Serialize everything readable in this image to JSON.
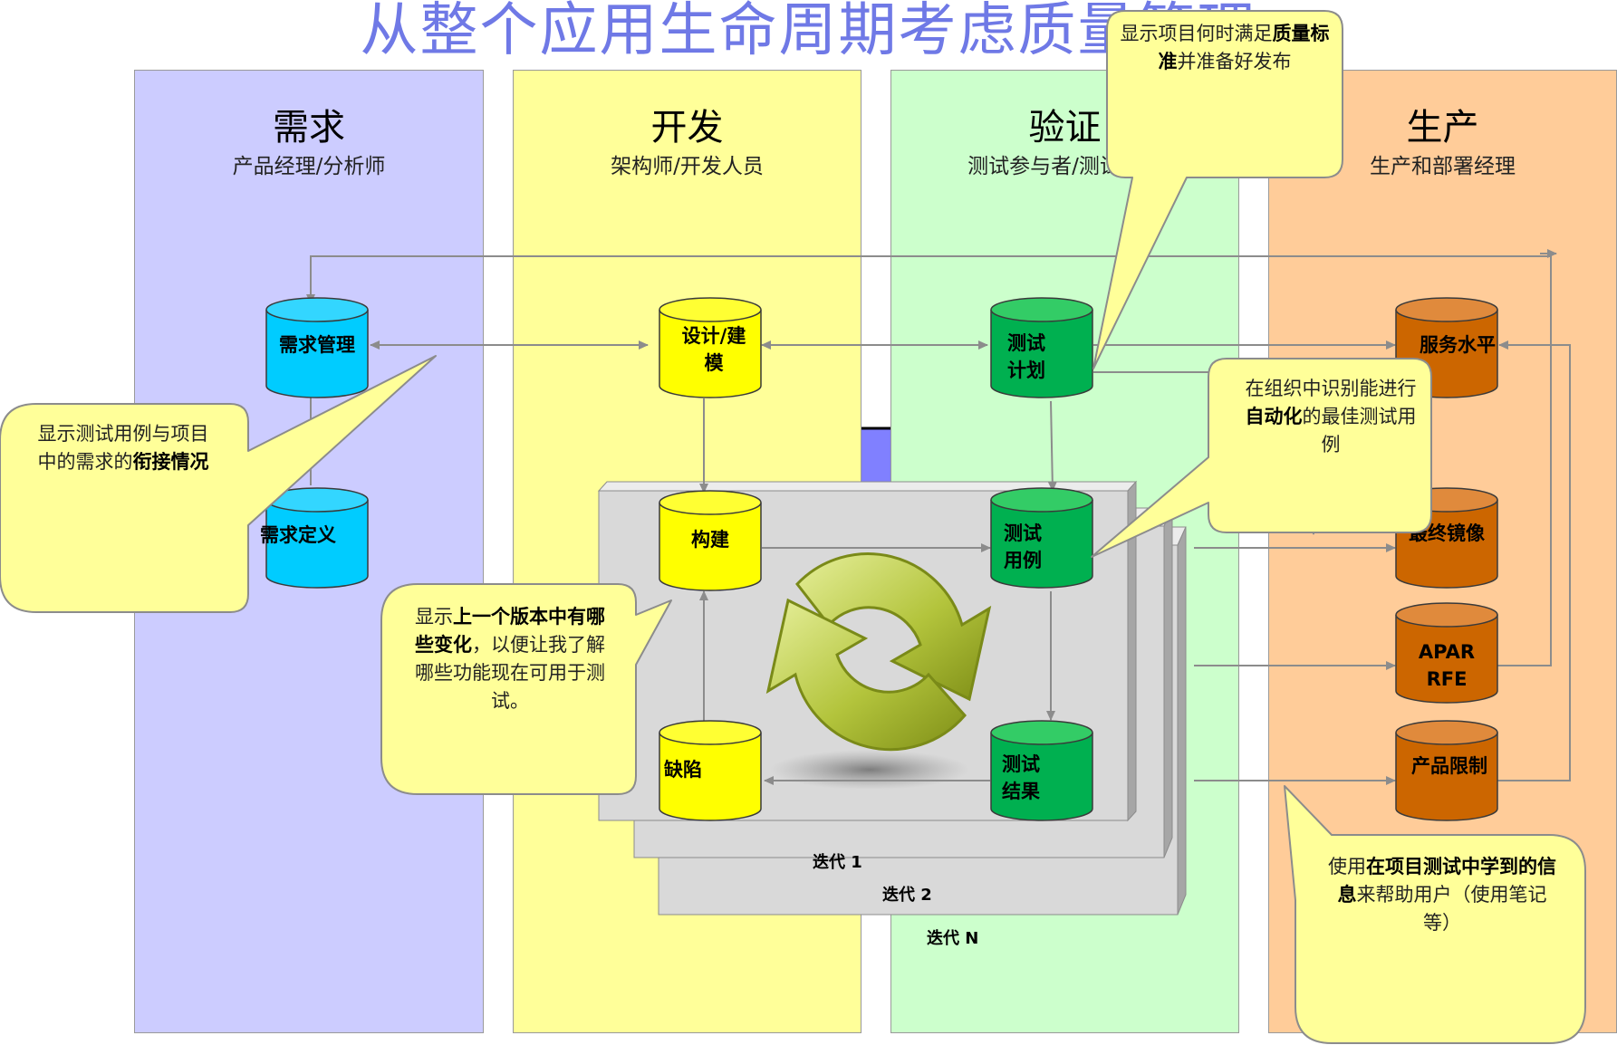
{
  "title": "从整个应用生命周期考虑质量管理",
  "lanes": [
    {
      "title": "需求",
      "subtitle": "产品经理/分析师"
    },
    {
      "title": "开发",
      "subtitle": "架构师/开发人员"
    },
    {
      "title": "验证",
      "subtitle": "测试参与者/测试经理"
    },
    {
      "title": "生产",
      "subtitle": "生产和部署经理"
    }
  ],
  "repositories": {
    "req_mgmt": "需求管理",
    "req_def": "需求定义",
    "design": "设计/建模",
    "build": "构建",
    "defect": "缺陷",
    "test_plan": "测试计划",
    "test_case": "测试用例",
    "test_result": "测试结果",
    "service": "服务水平",
    "final_image": "最终镜像",
    "apar": "APAR RFE",
    "limits": "产品限制"
  },
  "iterations": [
    "迭代 1",
    "迭代 2",
    "迭代 N"
  ],
  "callouts": {
    "quality": {
      "a": "显示项目何时满足",
      "b": "质量标准",
      "c": "并准备好发布"
    },
    "trace": {
      "a": "显示测试用例与项目中的需求的",
      "b": "衔接",
      "c": "情况"
    },
    "automation": {
      "a": "在组织中识别能进行",
      "b": "自动化",
      "c": "的最佳测试用例"
    },
    "changes": {
      "a": "显示",
      "b": "上一个版本中有哪些变化",
      "c": "，以便让我了解哪些功能现在可用于测试。"
    },
    "knowledge": {
      "a": "使用",
      "b": "在项目测试中学到的信息",
      "c": "来帮助用户（使用笔记等）"
    }
  },
  "colors": {
    "lane_requirements": "#ccccff",
    "lane_development": "#ffff99",
    "lane_verification": "#ccffcc",
    "lane_production": "#ffcc99",
    "repo_cyan": "#00ccff",
    "repo_yellow": "#ffff00",
    "repo_green": "#00b050",
    "repo_orange": "#cc6600",
    "callout_fill": "#ffff99",
    "iteration_panel": "#d9d9d9",
    "arrow": "#8c8c8c",
    "title": "#6f79e6"
  }
}
